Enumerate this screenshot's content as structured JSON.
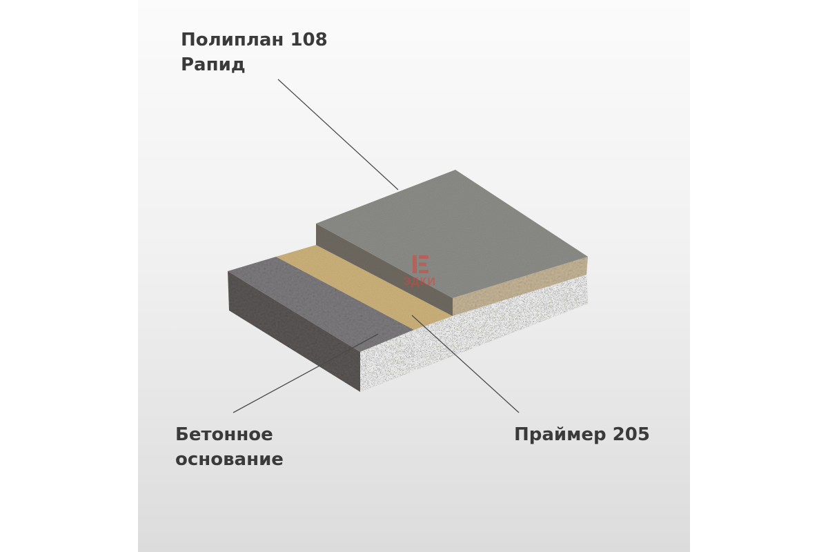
{
  "labels": {
    "top_layer": [
      "Полиплан 108",
      "Рапид"
    ],
    "base_layer": [
      "Бетонное",
      "основание"
    ],
    "primer_layer": [
      "Праймер 205"
    ]
  },
  "watermark": {
    "text": "ЭДКИ"
  },
  "colors": {
    "top_surface": "#8c8d88",
    "primer": "#cdb27a",
    "concrete_top": "#7e7c7e",
    "concrete_side": "#5b5756",
    "aggregate_side": "#a8a79f",
    "leader_line": "#4a4a4a",
    "watermark": "#d9443a"
  }
}
